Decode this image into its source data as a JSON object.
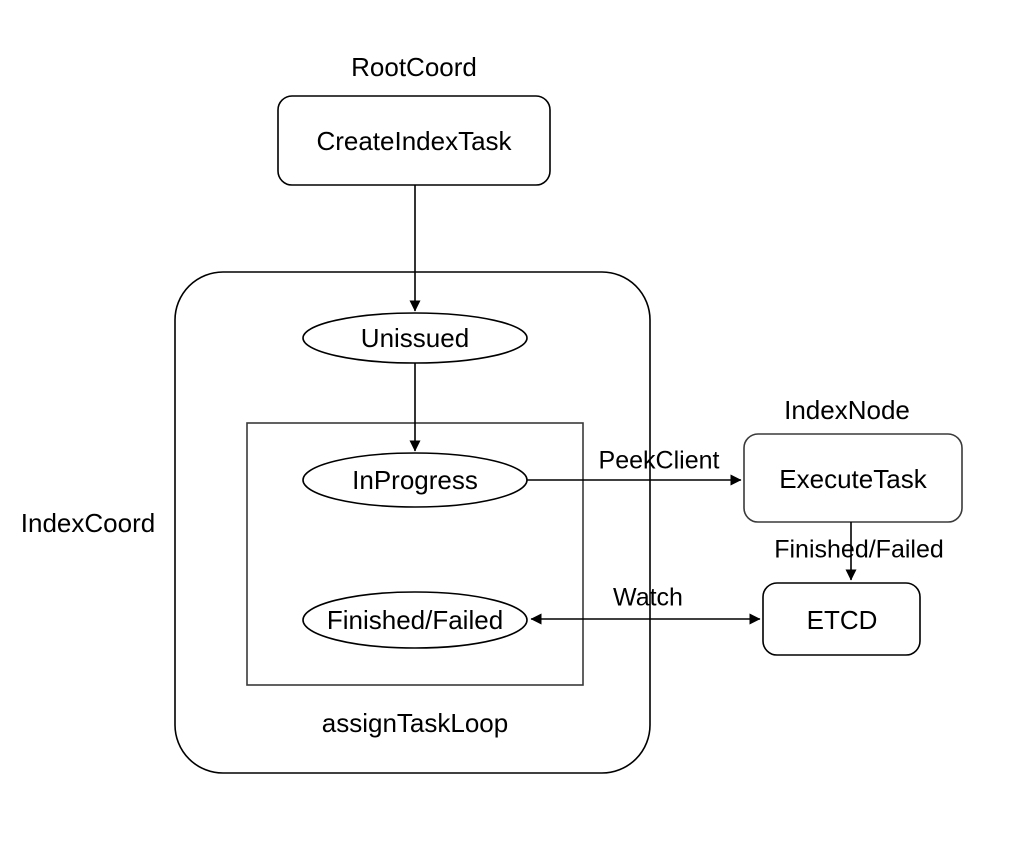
{
  "diagram": {
    "title_absent": true,
    "background": "#ffffff",
    "stroke": "#000000",
    "containers": [
      {
        "id": "index-coord",
        "label": "IndexCoord",
        "shape": "rounded-rect",
        "label_position": "left-outside"
      },
      {
        "id": "assign-task-loop",
        "label": "assignTaskLoop",
        "shape": "rect",
        "label_position": "bottom-outside"
      }
    ],
    "nodes": [
      {
        "id": "root-coord-label",
        "label": "RootCoord",
        "shape": "text"
      },
      {
        "id": "create-index-task",
        "label": "CreateIndexTask",
        "shape": "rounded-rect"
      },
      {
        "id": "unissued",
        "label": "Unissued",
        "shape": "ellipse"
      },
      {
        "id": "in-progress",
        "label": "InProgress",
        "shape": "ellipse"
      },
      {
        "id": "finished-failed-state",
        "label": "Finished/Failed",
        "shape": "ellipse"
      },
      {
        "id": "index-node-label",
        "label": "IndexNode",
        "shape": "text"
      },
      {
        "id": "execute-task",
        "label": "ExecuteTask",
        "shape": "rounded-rect"
      },
      {
        "id": "etcd",
        "label": "ETCD",
        "shape": "rounded-rect"
      }
    ],
    "edges": [
      {
        "id": "create-to-unissued",
        "from": "create-index-task",
        "to": "unissued",
        "label": "",
        "arrows": "end"
      },
      {
        "id": "unissued-to-inprogress",
        "from": "unissued",
        "to": "in-progress",
        "label": "",
        "arrows": "end"
      },
      {
        "id": "inprogress-to-executetask",
        "from": "in-progress",
        "to": "execute-task",
        "label": "PeekClient",
        "arrows": "end"
      },
      {
        "id": "executetask-to-etcd",
        "from": "execute-task",
        "to": "etcd",
        "label": "Finished/Failed",
        "arrows": "end"
      },
      {
        "id": "etcd-to-finished",
        "from": "etcd",
        "to": "finished-failed-state",
        "label": "Watch",
        "arrows": "both"
      }
    ]
  }
}
